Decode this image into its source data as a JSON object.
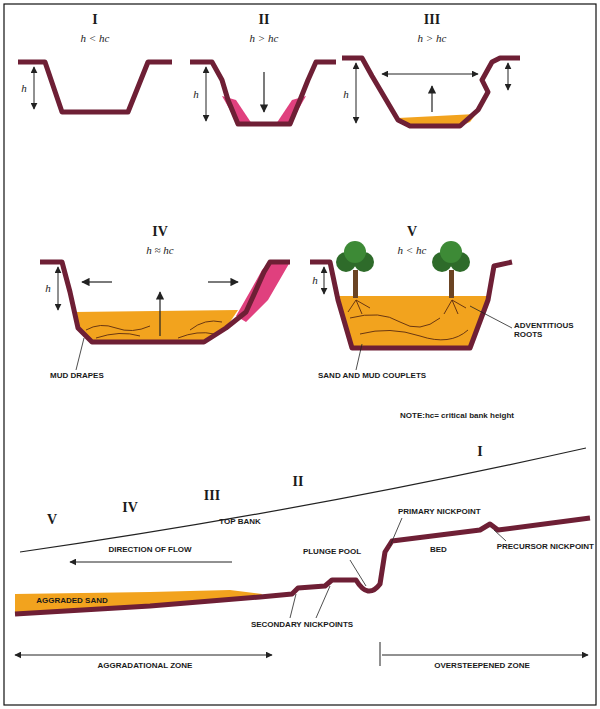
{
  "diagram": {
    "labels": [
      "I",
      "h < hc",
      "h",
      "II",
      "h > hc",
      "h",
      "III",
      "h > hc",
      "h",
      "IV",
      "h ≈ hc",
      "h",
      "MUD DRAPES",
      "V",
      "h < hc",
      "h",
      "SAND AND MUD COUPLETS",
      "ADVENTITIOUS ROOTS",
      "NOTE:hc= critical bank height",
      "V",
      "IV",
      "III",
      "II",
      "I",
      "TOP BANK",
      "DIRECTION OF FLOW",
      "PLUNGE POOL",
      "PRIMARY NICKPOINT",
      "BED",
      "PRECURSOR NICKPOINT",
      "SECONDARY NICKPOINTS",
      "AGGRADED SAND",
      "AGGRADATIONAL ZONE",
      "OVERSTEEPENED ZONE"
    ]
  }
}
